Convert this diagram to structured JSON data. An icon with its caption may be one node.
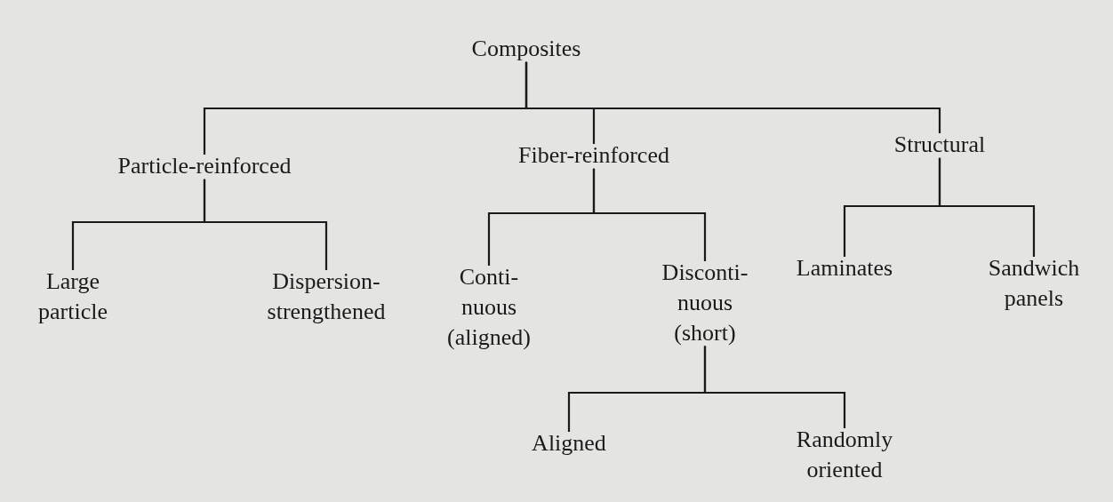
{
  "diagram": {
    "nodes": [
      {
        "text": [
          "Composites"
        ]
      },
      {
        "text": [
          "Particle-reinforced"
        ]
      },
      {
        "text": [
          "Fiber-reinforced"
        ]
      },
      {
        "text": [
          "Structural"
        ]
      },
      {
        "text": [
          "Large particle"
        ]
      },
      {
        "text": [
          "Dispersion- strengthened"
        ]
      },
      {
        "text": [
          "Conti- nuous (aligned)"
        ]
      },
      {
        "text": [
          "Disconti- nuous (short)"
        ]
      },
      {
        "text": [
          "Laminates"
        ]
      },
      {
        "text": [
          "Sandwich panels"
        ]
      },
      {
        "text": [
          "Aligned"
        ]
      },
      {
        "text": [
          "Randomly oriented"
        ]
      }
    ],
    "edges": [
      {
        "from": 0,
        "to": 1,
        "arrow": "none"
      },
      {
        "from": 0,
        "to": 2,
        "arrow": "none"
      },
      {
        "from": 0,
        "to": 3,
        "arrow": "none"
      },
      {
        "from": 1,
        "to": 4,
        "arrow": "none"
      },
      {
        "from": 1,
        "to": 5,
        "arrow": "none"
      },
      {
        "from": 2,
        "to": 6,
        "arrow": "none"
      },
      {
        "from": 2,
        "to": 7,
        "arrow": "none"
      },
      {
        "from": 3,
        "to": 8,
        "arrow": "none"
      },
      {
        "from": 3,
        "to": 9,
        "arrow": "none"
      },
      {
        "from": 7,
        "to": 10,
        "arrow": "none"
      },
      {
        "from": 7,
        "to": 11,
        "arrow": "none"
      }
    ]
  }
}
